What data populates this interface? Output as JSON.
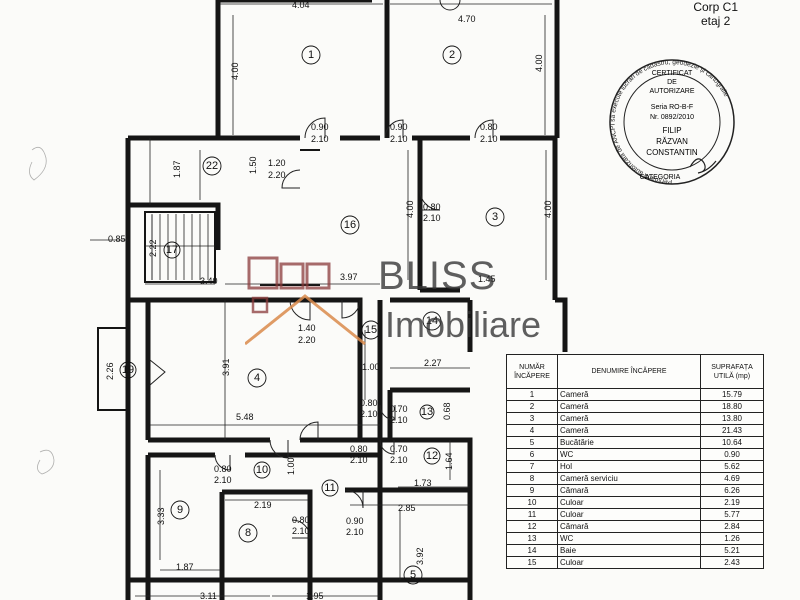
{
  "header": {
    "line1": "Corp C1",
    "line2": "etaj 2"
  },
  "stamp": {
    "ring_text": "Persoană autorizată de ANCPI să execute lucrări de cadastru, geodezie și cartografie",
    "category": "CATEGORIA",
    "lines": [
      "CERTIFICAT",
      "DE",
      "AUTORIZARE",
      "Seria RO-B-F",
      "Nr. 0892/2010",
      "FILIP",
      "RĂZVAN",
      "CONSTANTIN"
    ]
  },
  "watermark": {
    "word1": "BLISS",
    "word2": "Imobiliare"
  },
  "dimensions": {
    "d404": "4.04",
    "d470": "4.70",
    "d400a": "4.00",
    "d400b": "4.00",
    "d400c": "4.00",
    "d400d": "4.00",
    "d090a": "0.90",
    "d210a": "2.10",
    "d090b": "0.90",
    "d210b": "2.10",
    "d080a": "0.80",
    "d210c": "2.10",
    "d187": "1.87",
    "d150": "1.50",
    "d120": "1.20",
    "d220a": "2.20",
    "d080b": "0.80",
    "d210d": "2.10",
    "d085": "0.85",
    "d222": "2.22",
    "d340": "3.40",
    "d397": "3.97",
    "d145": "1.45",
    "d140": "1.40",
    "d220b": "2.20",
    "d226": "2.26",
    "d391": "3.91",
    "d100a": "1.00",
    "d227": "2.27",
    "d548": "5.48",
    "d080c": "0.80",
    "d210e": "2.10",
    "d070a": "0.70",
    "d210f": "2.10",
    "d068": "0.68",
    "d080d": "0.80",
    "d210g": "2.10",
    "d080e": "0.80",
    "d210h": "2.10",
    "d100b": "1.00",
    "d070b": "0.70",
    "d210i": "2.10",
    "d164": "1.64",
    "d173": "1.73",
    "d333": "3.33",
    "d219": "2.19",
    "d080f": "0.80",
    "d210j": "2.10",
    "d285": "2.85",
    "d090c": "0.90",
    "d210k": "2.10",
    "d187b": "1.87",
    "d392": "3.92",
    "d311": "3.11",
    "d195": "1.95"
  },
  "room_numbers": [
    "1",
    "2",
    "3",
    "4",
    "5",
    "8",
    "9",
    "10",
    "11",
    "12",
    "13",
    "14",
    "15",
    "16",
    "17",
    "19",
    "22"
  ],
  "table": {
    "headers": [
      "NUMĂR ÎNCĂPERE",
      "DENUMIRE ÎNCĂPERE",
      "SUPRAFAȚA UTILĂ (mp)"
    ],
    "rows": [
      [
        "1",
        "Cameră",
        "15.79"
      ],
      [
        "2",
        "Cameră",
        "18.80"
      ],
      [
        "3",
        "Cameră",
        "13.80"
      ],
      [
        "4",
        "Cameră",
        "21.43"
      ],
      [
        "5",
        "Bucătărie",
        "10.64"
      ],
      [
        "6",
        "WC",
        "0.90"
      ],
      [
        "7",
        "Hol",
        "5.62"
      ],
      [
        "8",
        "Cameră serviciu",
        "4.69"
      ],
      [
        "9",
        "Cămară",
        "6.26"
      ],
      [
        "10",
        "Culoar",
        "2.19"
      ],
      [
        "11",
        "Culoar",
        "5.77"
      ],
      [
        "12",
        "Cămară",
        "2.84"
      ],
      [
        "13",
        "WC",
        "1.26"
      ],
      [
        "14",
        "Baie",
        "5.21"
      ],
      [
        "15",
        "Culoar",
        "2.43"
      ]
    ]
  }
}
